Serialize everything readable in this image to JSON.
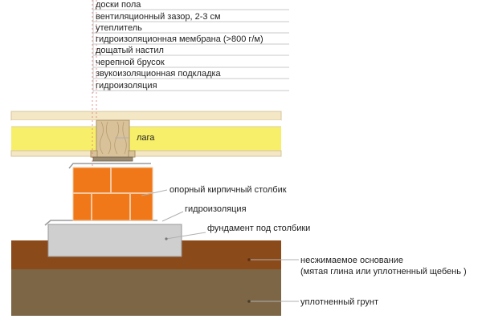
{
  "legend_layers": [
    "доски пола",
    "вентиляционный зазор, 2-3 см",
    "утеплитель",
    "гидроизоляционная мембрана (>800 г/м)",
    "дощатый настил",
    "черепной брусок",
    "звукоизоляционная подкладка",
    "гидроизоляция"
  ],
  "labels": {
    "joist": "лага",
    "brick_pillar": "опорный кирпичный столбик",
    "waterproofing": "гидроизоляция",
    "pillar_foundation": "фундамент под столбики",
    "base_line1": "несжимаемое основание",
    "base_line2": "(мятая глина или уплотненный щебень )",
    "compacted_soil": "уплотненный грунт"
  },
  "colors": {
    "floor_board": "#f4e7c5",
    "insulation": "#f7ef6a",
    "joist_wood": "#d9c29a",
    "brick": "#f07818",
    "brick_mortar": "#f6c7a0",
    "foundation": "#cfcfcf",
    "clay_layer": "#8a4a1a",
    "soil_layer": "#7d6646",
    "leader_line": "#b0b0b0"
  }
}
